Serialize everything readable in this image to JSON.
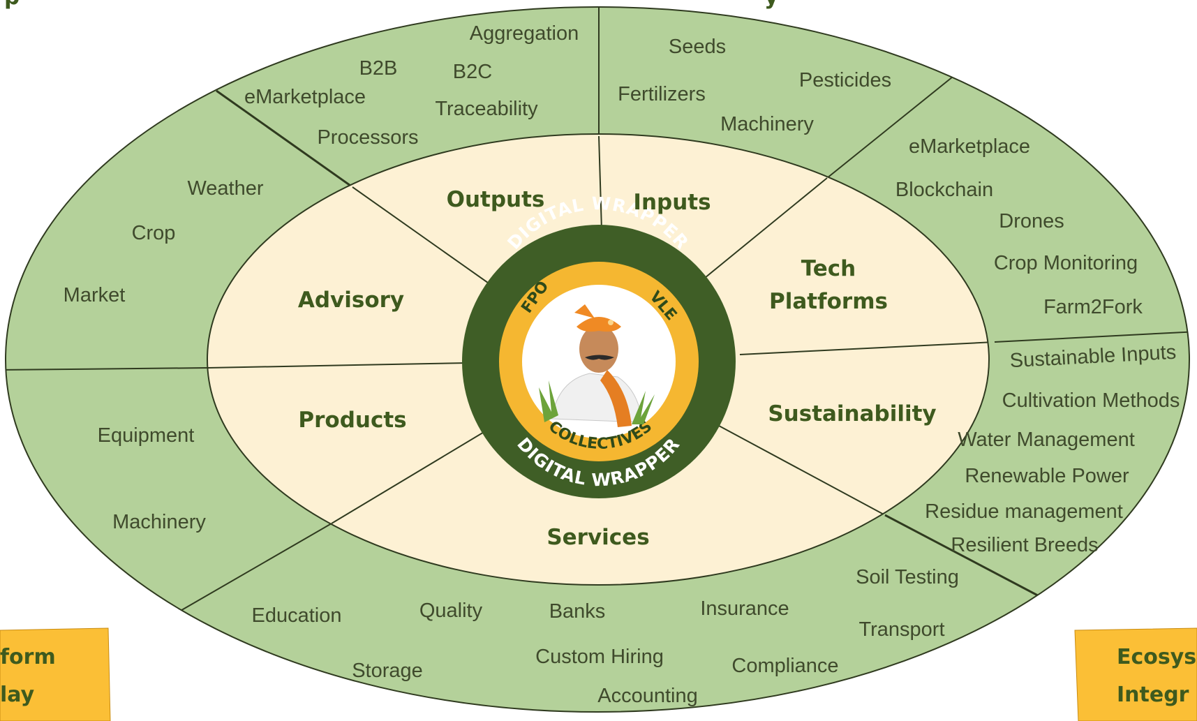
{
  "title_fragments": {
    "left": "p",
    "right": "y"
  },
  "badges": {
    "left": {
      "line1": "form",
      "line2": "lay"
    },
    "right": {
      "line1": "Ecosys",
      "line2": "Integr"
    }
  },
  "center": {
    "ring_top": "DIGITAL WRAPPER",
    "ring_bottom": "DIGITAL WRAPPER",
    "inner_left": "FPO",
    "inner_right": "VLE",
    "inner_bottom": "COLLECTIVES"
  },
  "inner_sectors": {
    "outputs": "Outputs",
    "inputs": "Inputs",
    "tech_line1": "Tech",
    "tech_line2": "Platforms",
    "sustainability": "Sustainability",
    "services": "Services",
    "products": "Products",
    "advisory": "Advisory"
  },
  "outer_items": {
    "outputs": [
      "Aggregation",
      "B2B",
      "B2C",
      "eMarketplace",
      "Traceability",
      "Processors"
    ],
    "inputs": [
      "Seeds",
      "Pesticides",
      "Fertilizers",
      "Machinery"
    ],
    "tech": [
      "eMarketplace",
      "Blockchain",
      "Drones",
      "Crop Monitoring",
      "Farm2Fork"
    ],
    "sustainability": [
      "Sustainable Inputs",
      "Cultivation Methods",
      "Water Management",
      "Renewable Power",
      "Residue management",
      "Resilient Breeds"
    ],
    "services": [
      "Soil Testing",
      "Transport",
      "Insurance",
      "Compliance",
      "Banks",
      "Custom Hiring",
      "Accounting",
      "Quality",
      "Education",
      "Storage"
    ],
    "products": [
      "Equipment",
      "Machinery"
    ],
    "advisory": [
      "Weather",
      "Crop",
      "Market"
    ]
  },
  "colors": {
    "outer_ring": "#b4d19a",
    "inner_ring": "#fdf1d4",
    "badge": "#fbbf36",
    "ring_green": "#3f5e26",
    "ring_orange": "#f5b731"
  }
}
